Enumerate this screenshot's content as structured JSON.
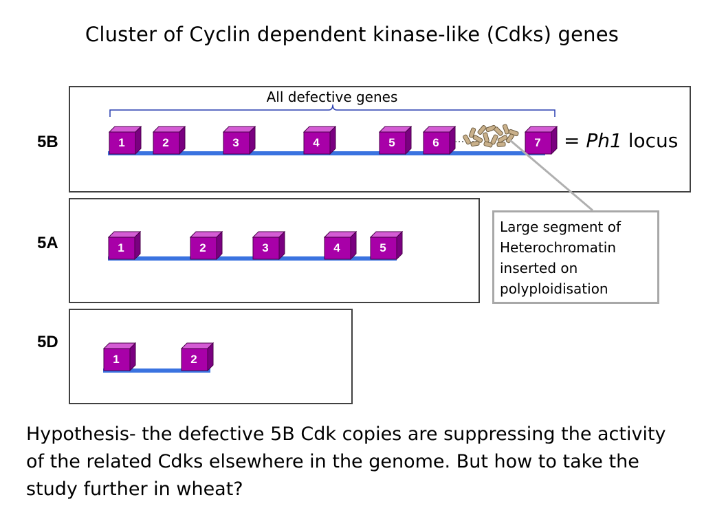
{
  "title": "Cluster of Cyclin dependent kinase-like (Cdks) genes",
  "defective_label": "All defective genes",
  "ph1": {
    "prefix": "= ",
    "name": "Ph1",
    "suffix": " locus"
  },
  "callout": "Large segment of Heterochromatin inserted on polyploidisation",
  "chromosomes": [
    {
      "label": "5B",
      "genes": [
        "1",
        "2",
        "3",
        "4",
        "5",
        "6",
        "7"
      ]
    },
    {
      "label": "5A",
      "genes": [
        "1",
        "2",
        "3",
        "4",
        "5"
      ]
    },
    {
      "label": "5D",
      "genes": [
        "1",
        "2"
      ]
    }
  ],
  "hypothesis": "Hypothesis- the defective 5B Cdk copies are suppressing the activity of the related Cdks elsewhere in the genome. But how to take the study further in wheat?",
  "colors": {
    "gene_front": "#a800a8",
    "gene_top": "#d45cd4",
    "gene_side": "#7a0080",
    "track": "#3a73e0",
    "panel_border": "#404040",
    "callout_border": "#a8a8a8",
    "heterochromatin": "#c9b08a"
  }
}
